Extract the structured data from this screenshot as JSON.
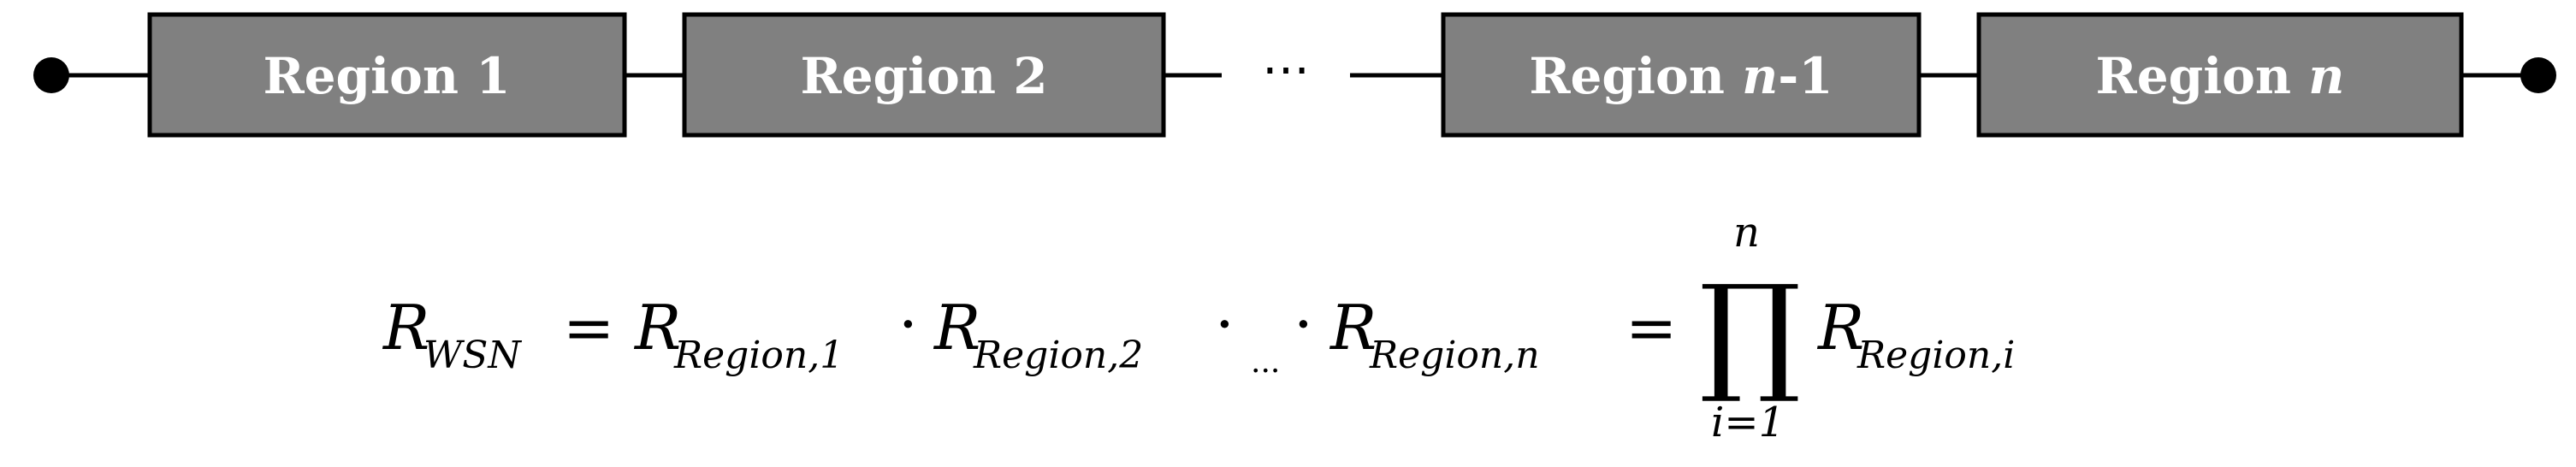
{
  "diagram": {
    "regions": [
      {
        "label_main": "Region 1",
        "label_var": "",
        "label_tail": ""
      },
      {
        "label_main": "Region 2",
        "label_var": "",
        "label_tail": ""
      },
      {
        "label_main": "Region ",
        "label_var": "n",
        "label_tail": "-1"
      },
      {
        "label_main": "Region ",
        "label_var": "n",
        "label_tail": ""
      }
    ],
    "gap_ellipsis": "⋯"
  },
  "equation": {
    "lhs_symbol": "R",
    "lhs_subscript": "WSN",
    "equals": "=",
    "terms": [
      {
        "symbol": "R",
        "subscript": "Region,1"
      },
      {
        "symbol": "R",
        "subscript": "Region,2"
      },
      {
        "symbol": "R",
        "subscript": "Region,n"
      }
    ],
    "dot": "·",
    "mid_ellipsis": "...",
    "product_symbol": "∏",
    "product_upper": "n",
    "product_lower": "i=1",
    "rhs_symbol": "R",
    "rhs_subscript": "Region,i"
  }
}
